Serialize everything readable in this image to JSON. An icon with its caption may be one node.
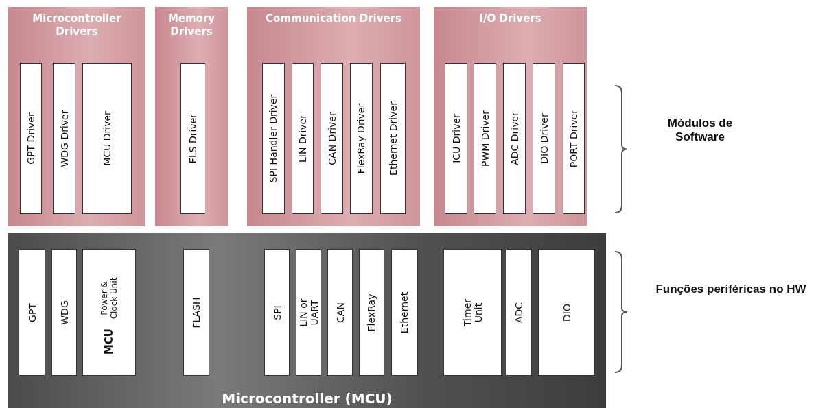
{
  "diagram": {
    "nodes": [
      {
        "text": [
          "Microcontroller Drivers"
        ]
      },
      {
        "text": [
          "GPT Driver"
        ],
        "in": 0
      },
      {
        "text": [
          "WDG Driver"
        ],
        "in": 0
      },
      {
        "text": [
          "MCU Driver"
        ],
        "in": 0
      },
      {
        "text": [
          "Memory Drivers"
        ]
      },
      {
        "text": [
          "FLS Driver"
        ],
        "in": 4
      },
      {
        "text": [
          "Communication Drivers"
        ]
      },
      {
        "text": [
          "SPI Handler Driver"
        ],
        "in": 6
      },
      {
        "text": [
          "LIN Driver"
        ],
        "in": 6
      },
      {
        "text": [
          "CAN Driver"
        ],
        "in": 6
      },
      {
        "text": [
          "FlexRay Driver"
        ],
        "in": 6
      },
      {
        "text": [
          "Ethernet Driver"
        ],
        "in": 6
      },
      {
        "text": [
          "I/O Drivers"
        ]
      },
      {
        "text": [
          "ICU Driver"
        ],
        "in": 12
      },
      {
        "text": [
          "PWM Driver"
        ],
        "in": 12
      },
      {
        "text": [
          "ADC Driver"
        ],
        "in": 12
      },
      {
        "text": [
          "DIO Driver"
        ],
        "in": 12
      },
      {
        "text": [
          "PORT Driver"
        ],
        "in": 12
      },
      {
        "text": [
          "Microcontroller (MCU)"
        ]
      },
      {
        "text": [
          "GPT"
        ],
        "in": 18
      },
      {
        "text": [
          "WDG"
        ],
        "in": 18
      },
      {
        "text": [
          "MCU",
          "Power & Clock Unit"
        ],
        "in": 18
      },
      {
        "text": [
          "FLASH"
        ],
        "in": 18
      },
      {
        "text": [
          "SPI"
        ],
        "in": 18
      },
      {
        "text": [
          "LIN or UART"
        ],
        "in": 18
      },
      {
        "text": [
          "CAN"
        ],
        "in": 18
      },
      {
        "text": [
          "FlexRay"
        ],
        "in": 18
      },
      {
        "text": [
          "Ethernet"
        ],
        "in": 18
      },
      {
        "text": [
          "Timer Unit"
        ],
        "in": 18
      },
      {
        "text": [
          "ADC"
        ],
        "in": 18
      },
      {
        "text": [
          "DIO"
        ],
        "in": 18
      }
    ],
    "labels": [
      "Módulos de Software",
      "Funções periféricas no HW"
    ]
  }
}
